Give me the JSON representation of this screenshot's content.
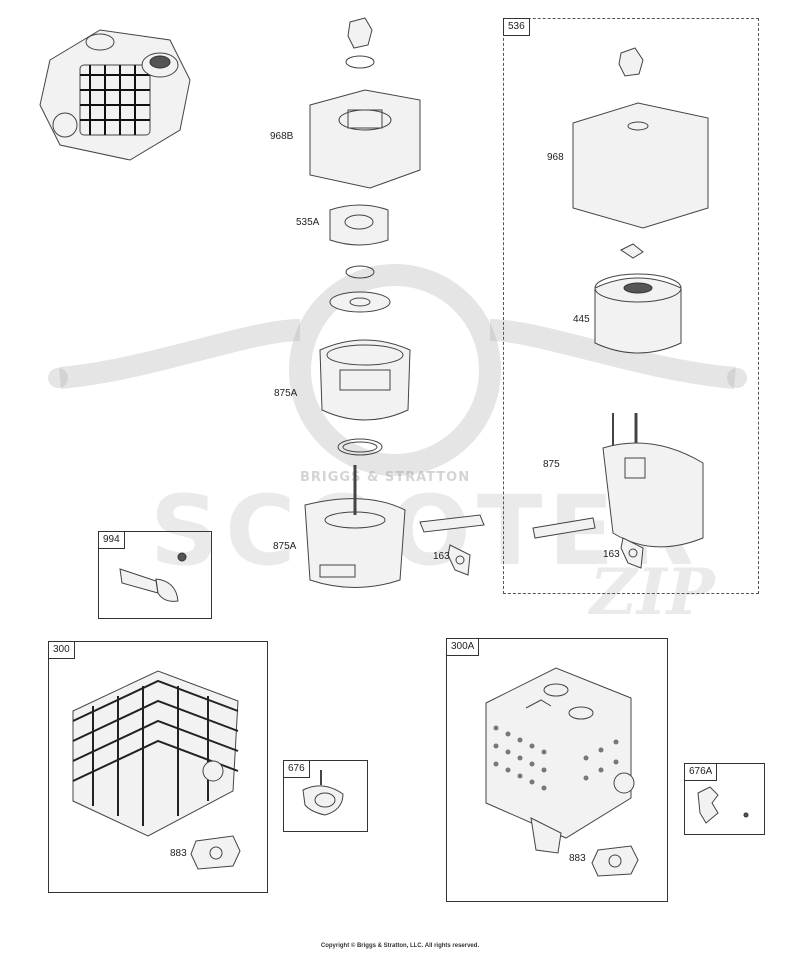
{
  "boxes": {
    "kit_536": "536",
    "box_994": "994",
    "box_300": "300",
    "box_676": "676",
    "box_300A": "300A",
    "box_676A": "676A"
  },
  "callouts": {
    "c968B": "968B",
    "c535A": "535A",
    "c875A_top": "875A",
    "c875A_bottom": "875A",
    "c163_left": "163",
    "c968": "968",
    "c445": "445",
    "c875": "875",
    "c163_right": "163",
    "c883_left": "883",
    "c883_right": "883"
  },
  "watermark": {
    "brand_band": "BRIGGS & STRATTON",
    "main": "SCOOTER",
    "script": "ZIP"
  },
  "footer": {
    "copyright": "Copyright © Briggs & Stratton, LLC. All rights reserved."
  }
}
